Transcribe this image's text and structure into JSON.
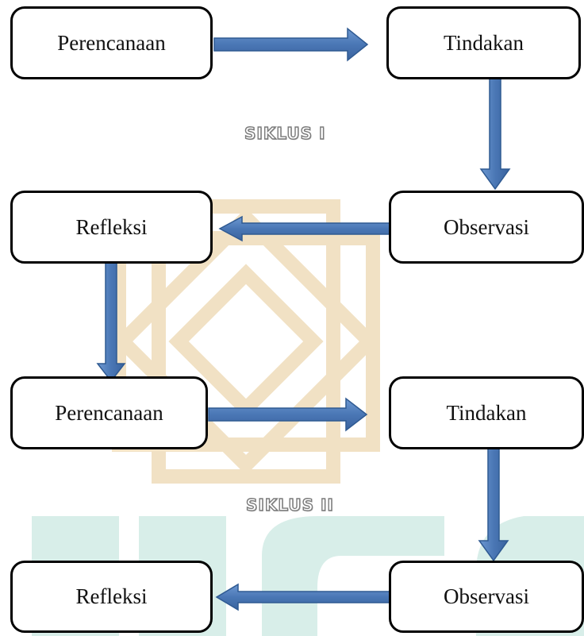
{
  "cycle1": {
    "label": "SIKLUS I",
    "planning": "Perencanaan",
    "action": "Tindakan",
    "observation": "Observasi",
    "reflection": "Refleksi"
  },
  "cycle2": {
    "label": "SIKLUS II",
    "planning": "Perencanaan",
    "action": "Tindakan",
    "observation": "Observasi",
    "reflection": "Refleksi"
  },
  "colors": {
    "arrow_fill": "#4a77b5",
    "arrow_stroke": "#2f5a92",
    "box_border": "#000000",
    "watermark_gold": "#f1e1c4",
    "watermark_green": "#d8eee9"
  }
}
